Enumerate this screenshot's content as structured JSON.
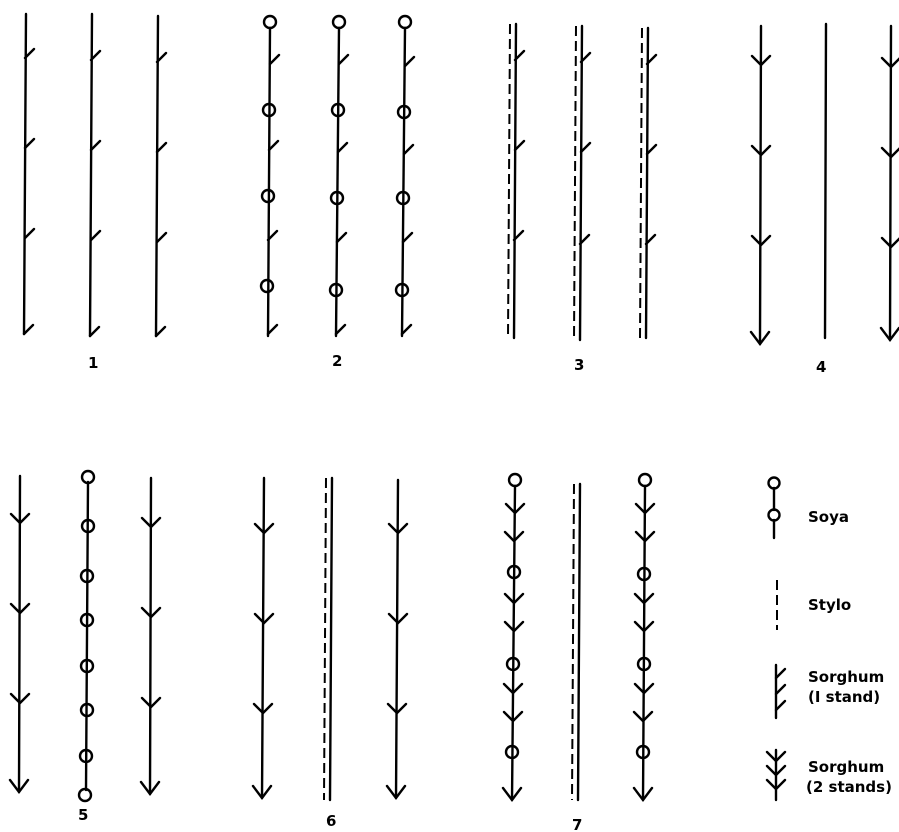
{
  "pattern_labels": [
    "1",
    "2",
    "3",
    "4",
    "5",
    "6",
    "7"
  ],
  "legend": {
    "soya": "Soya",
    "stylo": "Stylo",
    "sorghum_1_line1": "Sorghum",
    "sorghum_1_line2": "(I stand)",
    "sorghum_2_line1": "Sorghum",
    "sorghum_2_line2": "(2 stands)"
  }
}
